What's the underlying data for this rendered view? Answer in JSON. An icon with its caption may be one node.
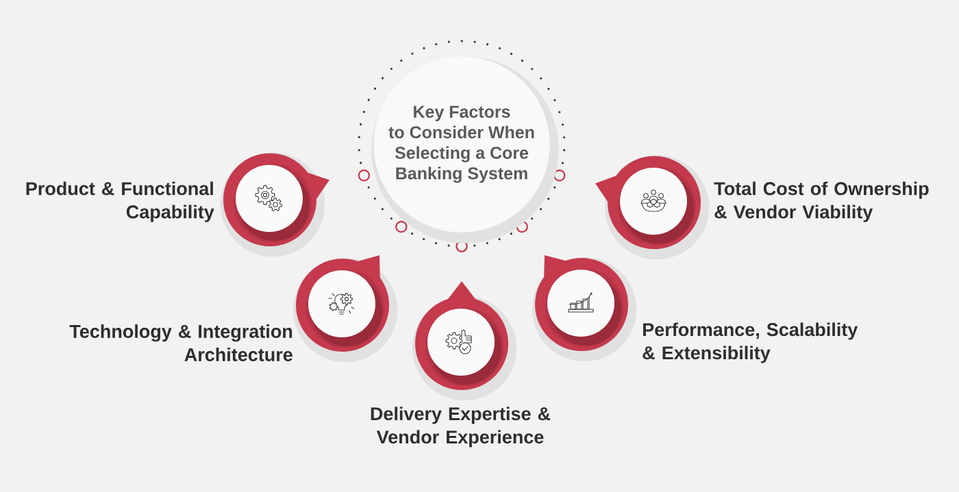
{
  "diagram": {
    "nodes": [
      {
        "text": [
          "Key Factors to Consider When Selecting a Core Banking System"
        ]
      },
      {
        "text": [
          "Product & Functional Capability"
        ]
      },
      {
        "text": [
          "Total Cost of Ownership & Vendor Viability"
        ]
      },
      {
        "text": [
          "Technology & Integration Architecture"
        ]
      },
      {
        "text": [
          "Performance, Scalability & Extensibility"
        ]
      },
      {
        "text": [
          "Delivery Expertise & Vendor Experience"
        ]
      }
    ]
  }
}
